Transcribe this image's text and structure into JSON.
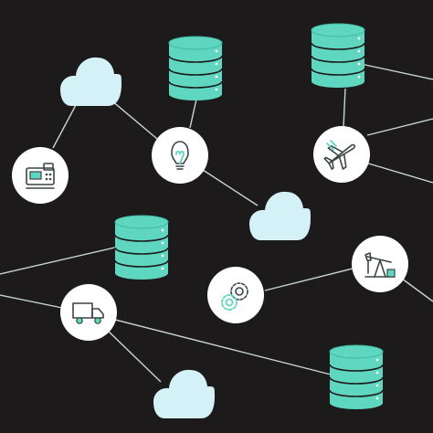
{
  "colors": {
    "background": "#1c1a1a",
    "link": "#c9d6d6",
    "cloud": "#d3f1f6",
    "database": "#5ed6c0",
    "database_dark": "#3fb7a3",
    "node_fill": "#ffffff",
    "icon_stroke": "#3a4446",
    "icon_accent": "#5ed6c0"
  },
  "nodes": [
    {
      "id": "cloud-a",
      "kind": "cloud"
    },
    {
      "id": "cloud-b",
      "kind": "cloud"
    },
    {
      "id": "cloud-c",
      "kind": "cloud"
    },
    {
      "id": "database-a",
      "kind": "database"
    },
    {
      "id": "database-b",
      "kind": "database"
    },
    {
      "id": "database-c",
      "kind": "database"
    },
    {
      "id": "database-d",
      "kind": "database"
    },
    {
      "id": "device-payment-terminal",
      "kind": "device",
      "icon": "payment-terminal-icon"
    },
    {
      "id": "device-lightbulb",
      "kind": "device",
      "icon": "lightbulb-icon"
    },
    {
      "id": "device-airplane",
      "kind": "device",
      "icon": "airplane-icon"
    },
    {
      "id": "device-gears",
      "kind": "device",
      "icon": "gears-icon"
    },
    {
      "id": "device-oil-pump",
      "kind": "device",
      "icon": "oil-pump-icon"
    },
    {
      "id": "device-truck",
      "kind": "device",
      "icon": "truck-icon"
    }
  ],
  "links": [
    [
      "cloud-a",
      "device-payment-terminal"
    ],
    [
      "cloud-a",
      "device-lightbulb"
    ],
    [
      "device-lightbulb",
      "database-a"
    ],
    [
      "device-lightbulb",
      "cloud-b"
    ],
    [
      "database-b",
      "device-airplane"
    ],
    [
      "device-oil-pump",
      "device-gears"
    ],
    [
      "device-truck",
      "database-d"
    ],
    [
      "device-truck",
      "cloud-c"
    ]
  ]
}
